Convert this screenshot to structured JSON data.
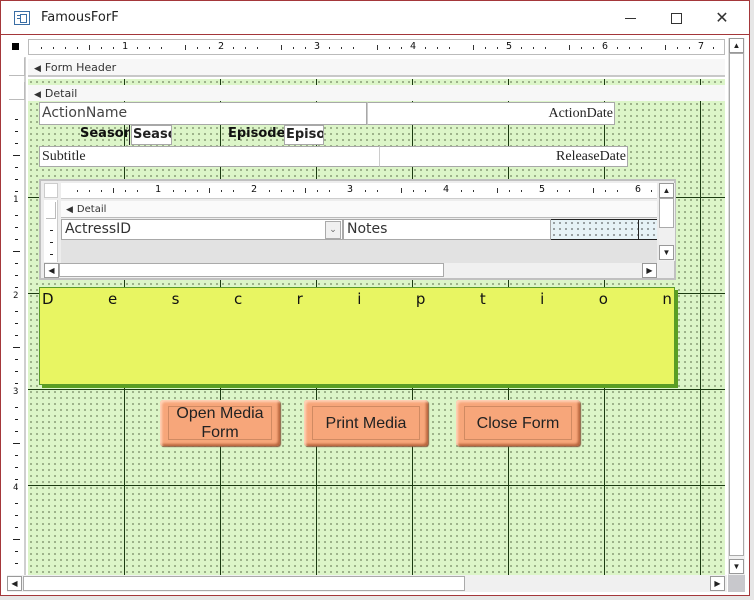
{
  "window": {
    "title": "FamousForF",
    "controls": {
      "minimize": "—",
      "maximize": "☐",
      "close": "✕"
    }
  },
  "ruler": {
    "horizontal_labels": [
      "1",
      "2",
      "3",
      "4",
      "5",
      "6",
      "7"
    ],
    "vertical_labels": [
      "1",
      "2",
      "3",
      "4"
    ]
  },
  "sections": {
    "form_header": "Form Header",
    "detail": "Detail"
  },
  "fields": {
    "action_name": "ActionName",
    "action_date": "ActionDate",
    "season_label": "Season",
    "season_value": "Seasc",
    "episode_label": "Episode",
    "episode_value": "Episo",
    "subtitle": "Subtitle",
    "release_date": "ReleaseDate"
  },
  "subform": {
    "ruler_labels": [
      "1",
      "2",
      "3",
      "4",
      "5",
      "6"
    ],
    "section": "Detail",
    "actress_id": "ActressID",
    "notes": "Notes",
    "combo_arrow": "⌄"
  },
  "description": {
    "letters": [
      "D",
      "e",
      "s",
      "c",
      "r",
      "i",
      "p",
      "t",
      "i",
      "o",
      "n"
    ]
  },
  "buttons": {
    "open_media_line1": "Open Media",
    "open_media_line2": "Form",
    "print_media": "Print Media",
    "close_form": "Close Form"
  },
  "colors": {
    "grid_bg": "#dcf5c8",
    "description_bg": "#e8f562",
    "button_bg": "#f7a67a",
    "window_border": "#a4373a"
  }
}
